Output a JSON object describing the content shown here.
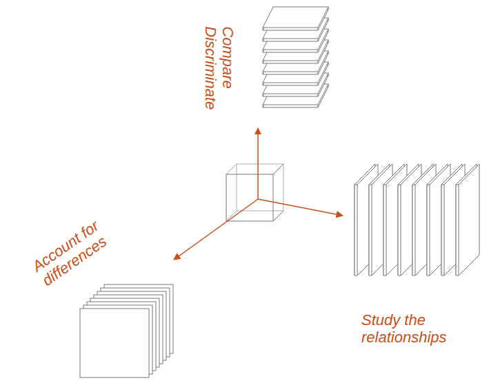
{
  "diagram": {
    "labels": [
      "Compare Discriminate",
      "Study the relationships",
      "Account for differences"
    ]
  }
}
